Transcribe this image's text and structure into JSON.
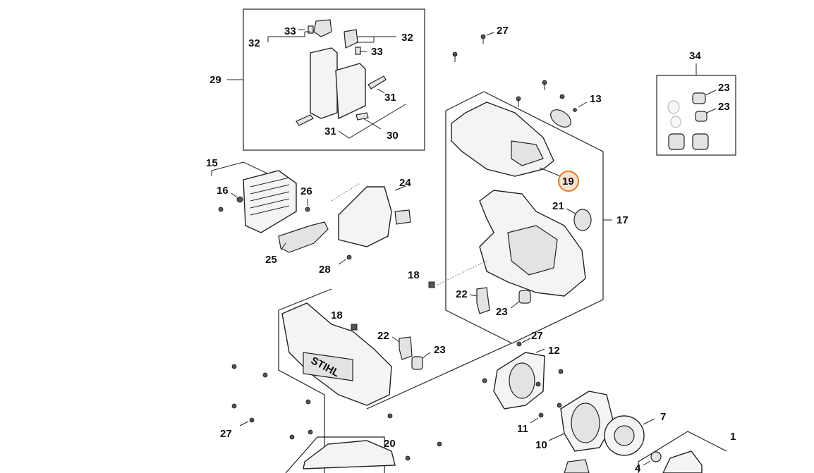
{
  "diagram": {
    "highlighted_part": "19",
    "highlight_color": "#e07b2a",
    "labels": {
      "p1": "1",
      "p4": "4",
      "p7": "7",
      "p10": "10",
      "p11": "11",
      "p12": "12",
      "p13": "13",
      "p15": "15",
      "p16": "16",
      "p17": "17",
      "p18a": "18",
      "p18b": "18",
      "p19": "19",
      "p20": "20",
      "p21": "21",
      "p22a": "22",
      "p22b": "22",
      "p23a": "23",
      "p23b": "23",
      "p23c": "23",
      "p23d": "23",
      "p24": "24",
      "p25": "25",
      "p26": "26",
      "p27a": "27",
      "p27b": "27",
      "p27c": "27",
      "p28": "28",
      "p29": "29",
      "p30": "30",
      "p31a": "31",
      "p31b": "31",
      "p32a": "32",
      "p32b": "32",
      "p33a": "33",
      "p33b": "33",
      "p34": "34"
    },
    "housing_logo": "STIHL"
  }
}
